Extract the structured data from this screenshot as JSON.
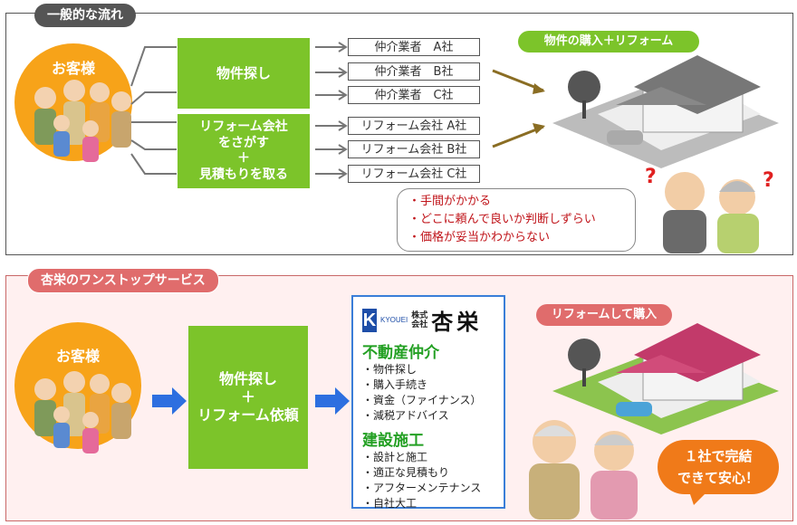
{
  "top": {
    "tab_label": "一般的な流れ",
    "customer_label": "お客様",
    "search_label": "物件探し",
    "reform_label_1": "リフォーム会社",
    "reform_label_2": "をさがす",
    "reform_label_3": "＋",
    "reform_label_4": "見積もりを取る",
    "brokers": [
      "仲介業者　A社",
      "仲介業者　B社",
      "仲介業者　C社"
    ],
    "reformers": [
      "リフォーム会社 A社",
      "リフォーム会社 B社",
      "リフォーム会社 C社"
    ],
    "house_badge": "物件の購入＋リフォーム",
    "concerns": [
      "・手間がかかる",
      "・どこに頼んで良いか判断しずらい",
      "・価格が妥当かわからない"
    ]
  },
  "bottom": {
    "tab_label": "杏栄のワンストップサービス",
    "customer_label": "お客様",
    "service_label_1": "物件探し",
    "service_label_2": "＋",
    "service_label_3": "リフォーム依頼",
    "company": {
      "logo_en": "KYOUEI",
      "logo_kabushiki": "株式",
      "logo_kaisha": "会社",
      "logo_name": "杏栄",
      "section1_title": "不動産仲介",
      "section1_items": [
        "・物件探し",
        "・購入手続き",
        "・資金（ファイナンス）",
        "・減税アドバイス"
      ],
      "section2_title": "建設施工",
      "section2_items": [
        "・設計と施工",
        "・適正な見積もり",
        "・アフターメンテナンス",
        "・自社大工"
      ]
    },
    "house_badge": "リフォームして購入",
    "relief_line1": "１社で完結",
    "relief_line2": "できて安心！"
  },
  "colors": {
    "green": "#7cc42a",
    "orange": "#f7a319",
    "red_text": "#c0141a",
    "blue_border": "#3a7ed8",
    "pink_bg": "#fff0f0"
  }
}
